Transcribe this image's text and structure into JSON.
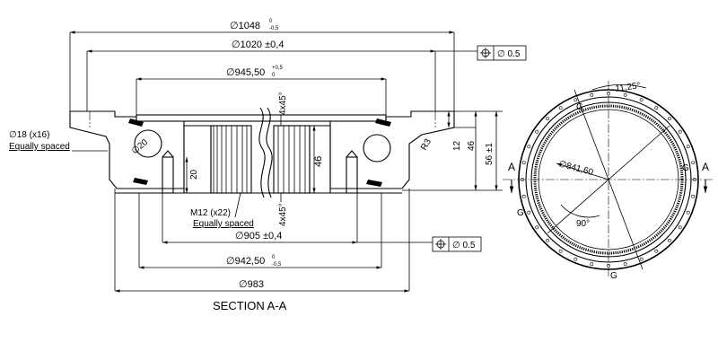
{
  "section_title": "SECTION A-A",
  "dims": {
    "d1048": {
      "main": "∅1048",
      "tol_upper": "0",
      "tol_lower": "-0,5"
    },
    "d1020": {
      "main": "∅1020 ±0,4"
    },
    "d94550": {
      "main": "∅945,50",
      "tol_upper": "+0,5",
      "tol_lower": "0"
    },
    "d905": {
      "main": "∅905 ±0,4"
    },
    "d94250": {
      "main": "∅942,50",
      "tol_upper": "0",
      "tol_lower": "-0,5"
    },
    "d983": {
      "main": "∅983"
    },
    "chamfer_top": "4x45°",
    "chamfer_bottom": "4x45°",
    "h46_inner": "46",
    "h46_right": "46",
    "h12": "12",
    "h56": "56 ±1",
    "r3": "R3",
    "h20": "20",
    "ball": "∅20",
    "hole18": "∅18 (x16)",
    "hole18_note": "Equally spaced",
    "m12": "M12 (x22)",
    "m12_note": "Equally spaced"
  },
  "tolerance_frames": [
    {
      "symbol": "position-icon",
      "value": "∅ 0.5"
    },
    {
      "symbol": "position-icon",
      "value": "∅ 0.5"
    }
  ],
  "plan_view": {
    "angle_top": "11,25°",
    "pitch": "∅841,60",
    "angle_bottom": "90°",
    "section_mark": "A",
    "gear_labels": [
      "G",
      "G",
      "G",
      "G"
    ]
  }
}
